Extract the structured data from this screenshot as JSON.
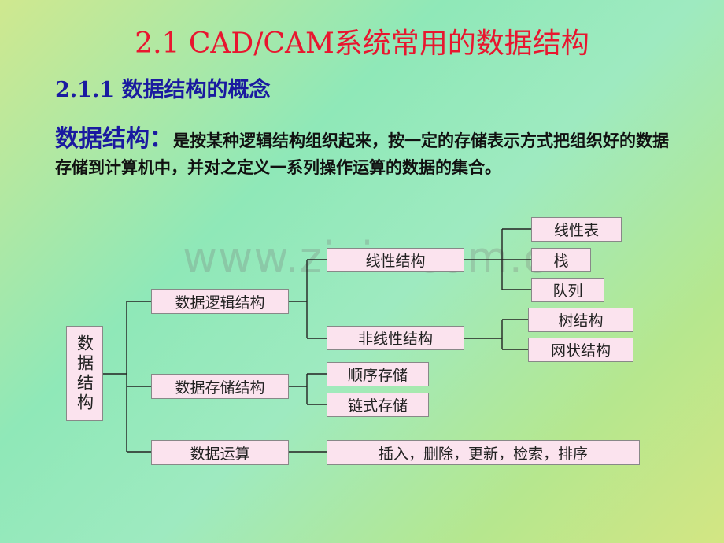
{
  "slide": {
    "title": "2.1 CAD/CAM系统常用的数据结构",
    "subtitle": "2.1.1 数据结构的概念",
    "definition_term": "数据结构：",
    "definition_text": "是按某种逻辑结构组织起来，按一定的存储表示方式把组织好的数据存储到计算机中，并对之定义一系列操作运算的数据的集合。",
    "watermark": "www.zixin.com.cn"
  },
  "tree": {
    "root": "数据结构",
    "logical": "数据逻辑结构",
    "linear": "线性结构",
    "linear_list": "线性表",
    "stack": "栈",
    "queue": "队列",
    "nonlinear": "非线性结构",
    "tree_struct": "树结构",
    "graph_struct": "网状结构",
    "storage": "数据存储结构",
    "sequential": "顺序存储",
    "linked": "链式存储",
    "operations": "数据运算",
    "op_list": "插入，删除，更新，检索，排序"
  },
  "colors": {
    "title": "#e8162f",
    "heading": "#1a1aa0",
    "box_fill": "#fbe3ee"
  }
}
